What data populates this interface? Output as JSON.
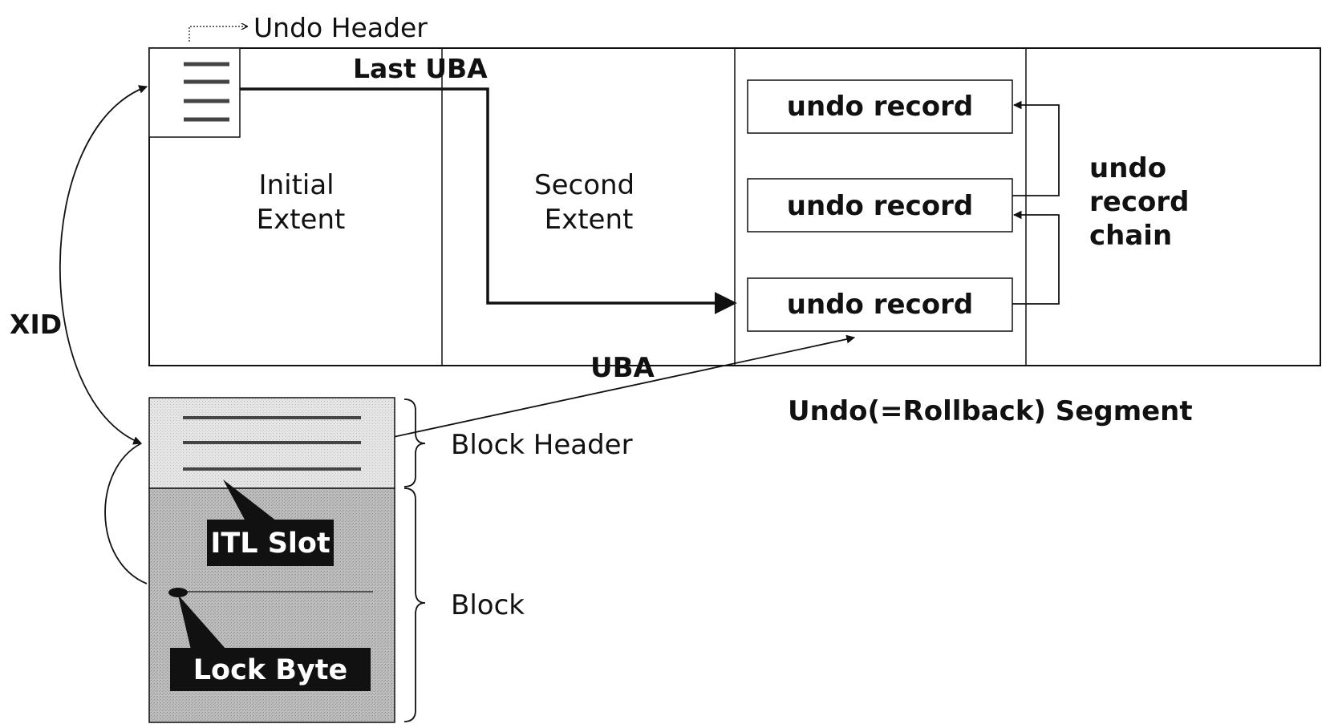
{
  "labels": {
    "undo_header": "Undo Header",
    "last_uba": "Last UBA",
    "initial_extent": [
      "Initial",
      "Extent"
    ],
    "second_extent": [
      "Second",
      "Extent"
    ],
    "undo_record_1": "undo record",
    "undo_record_2": "undo record",
    "undo_record_3": "undo record",
    "undo_record_chain": [
      "undo",
      "record",
      "chain"
    ],
    "xid": "XID",
    "uba": "UBA",
    "segment_caption": "Undo(=Rollback) Segment",
    "block_header": "Block Header",
    "block": "Block",
    "itl_slot": "ITL Slot",
    "lock_byte": "Lock Byte"
  },
  "colors": {
    "line": "#111111",
    "block_header_fill": "#e2e2e2",
    "block_body_fill": "#b8b8b8",
    "callout_fill": "#111111",
    "callout_text": "#ffffff"
  }
}
